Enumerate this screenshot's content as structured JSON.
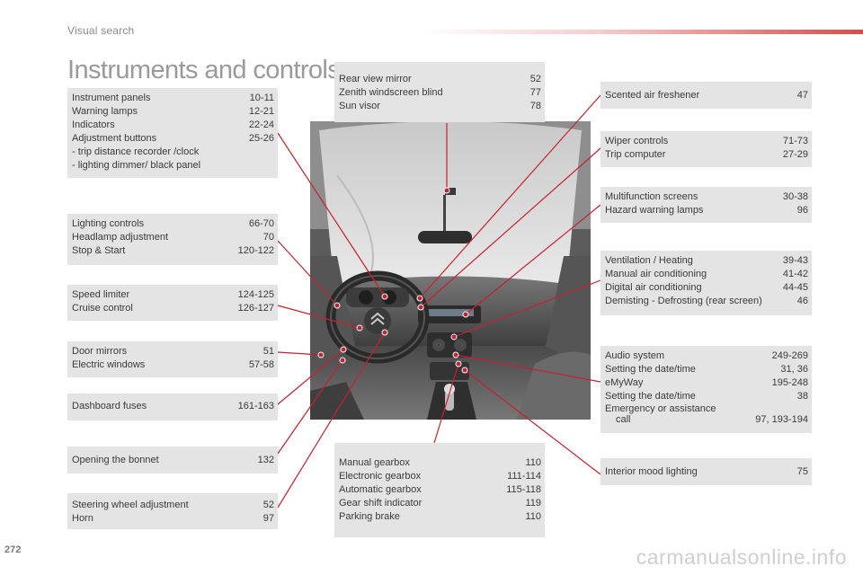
{
  "header": {
    "section": "Visual search"
  },
  "title": "Instruments and controls",
  "page_number": "272",
  "watermark": "carmanualsonline.info",
  "colors": {
    "accent": "#d94b4b",
    "box_bg": "#e4e4e4",
    "line": "#c8202f",
    "title": "#9a9a9a"
  },
  "boxes": {
    "instrument": {
      "rows": [
        {
          "label": "Instrument panels",
          "page": "10-11"
        },
        {
          "label": "Warning lamps",
          "page": "12-21"
        },
        {
          "label": "Indicators",
          "page": "22-24"
        },
        {
          "label": "Adjustment buttons",
          "page": "25-26"
        }
      ],
      "subs": [
        "-    trip distance recorder /clock",
        "-    lighting dimmer/ black panel"
      ]
    },
    "lighting": {
      "rows": [
        {
          "label": "Lighting controls",
          "page": "66-70"
        },
        {
          "label": "Headlamp adjustment",
          "page": "70"
        },
        {
          "label": "Stop & Start",
          "page": "120-122"
        }
      ]
    },
    "speed": {
      "rows": [
        {
          "label": "Speed limiter",
          "page": "124-125"
        },
        {
          "label": "Cruise control",
          "page": "126-127"
        }
      ]
    },
    "door": {
      "rows": [
        {
          "label": "Door mirrors",
          "page": "51"
        },
        {
          "label": "Electric windows",
          "page": "57-58"
        }
      ]
    },
    "fuses": {
      "rows": [
        {
          "label": "Dashboard fuses",
          "page": "161-163"
        }
      ]
    },
    "bonnet": {
      "rows": [
        {
          "label": "Opening the bonnet",
          "page": "132"
        }
      ]
    },
    "steering": {
      "rows": [
        {
          "label": "Steering wheel adjustment",
          "page": "52"
        },
        {
          "label": "Horn",
          "page": "97"
        }
      ]
    },
    "mirror": {
      "rows": [
        {
          "label": "Rear view mirror",
          "page": "52"
        },
        {
          "label": "Zenith windscreen blind",
          "page": "77"
        },
        {
          "label": "Sun visor",
          "page": "78"
        }
      ]
    },
    "gearbox": {
      "rows": [
        {
          "label": "Manual gearbox",
          "page": "110"
        },
        {
          "label": "Electronic gearbox",
          "page": "111-114"
        },
        {
          "label": "Automatic gearbox",
          "page": "115-118"
        },
        {
          "label": "Gear shift indicator",
          "page": "119"
        },
        {
          "label": "Parking brake",
          "page": "110"
        }
      ]
    },
    "scented": {
      "rows": [
        {
          "label": "Scented air freshener",
          "page": "47"
        }
      ]
    },
    "wiper": {
      "rows": [
        {
          "label": "Wiper controls",
          "page": "71-73"
        },
        {
          "label": "Trip computer",
          "page": "27-29"
        }
      ]
    },
    "multifunction": {
      "rows": [
        {
          "label": "Multifunction screens",
          "page": "30-38"
        },
        {
          "label": "Hazard warning lamps",
          "page": "96"
        }
      ]
    },
    "ventilation": {
      "rows": [
        {
          "label": "Ventilation / Heating",
          "page": "39-43"
        },
        {
          "label": "Manual air conditioning",
          "page": "41-42"
        },
        {
          "label": "Digital air conditioning",
          "page": "44-45"
        },
        {
          "label": "Demisting - Defrosting (rear screen)",
          "page": "46"
        }
      ]
    },
    "audio": {
      "rows": [
        {
          "label": "Audio system",
          "page": "249-269"
        },
        {
          "label": "Setting the date/time",
          "page": "31, 36"
        },
        {
          "label": "eMyWay",
          "page": "195-248"
        },
        {
          "label": "Setting the date/time",
          "page": "38"
        }
      ],
      "emergency_label": "Emergency or assistance",
      "emergency_call": "call",
      "emergency_pages": "97, 193-194"
    },
    "mood": {
      "rows": [
        {
          "label": "Interior mood lighting",
          "page": "75"
        }
      ]
    }
  }
}
